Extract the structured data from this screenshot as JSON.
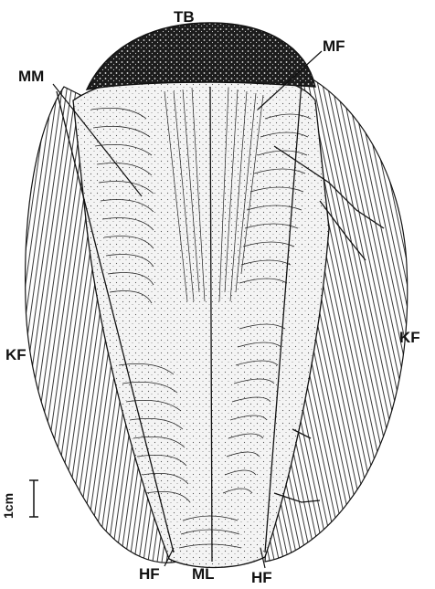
{
  "labels": {
    "tb": "TB",
    "mm": "MM",
    "mf": "MF",
    "kf_left": "KF",
    "kf_right": "KF",
    "hf_left": "HF",
    "ml": "ML",
    "hf_right": "HF",
    "scale": "1cm"
  },
  "colors": {
    "ink": "#111111",
    "paper": "#ffffff",
    "stipple_fill": "#f1f1f1",
    "cap_fill": "#1a1a1a"
  }
}
